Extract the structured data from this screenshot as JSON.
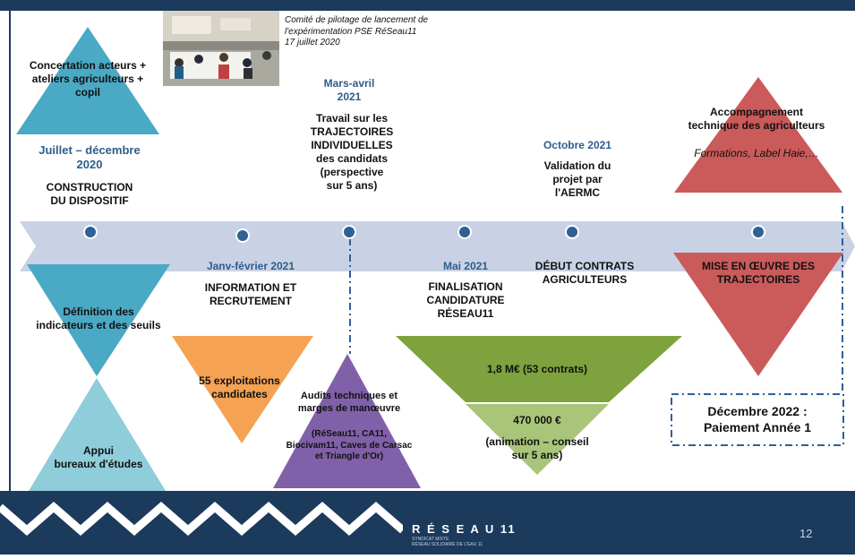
{
  "slide": {
    "photo_caption": [
      "Comité de pilotage de lancement de",
      "l'expérimentation PSE RéSeau11",
      "17 juillet 2020"
    ],
    "page_number": "12"
  },
  "top": {
    "tri1": [
      "Concertation acteurs +",
      "ateliers agriculteurs +",
      "copil"
    ],
    "date1": [
      "Juillet – décembre",
      "2020"
    ],
    "label1": [
      "CONSTRUCTION",
      "DU DISPOSITIF"
    ],
    "date2": [
      "Mars-avril",
      "2021"
    ],
    "label2": [
      "Travail sur les",
      "TRAJECTOIRES",
      "INDIVIDUELLES",
      "des candidats",
      "(perspective",
      "sur 5 ans)"
    ],
    "date3": "Octobre 2021",
    "label3": [
      "Validation du",
      "projet par",
      "l'AERMC"
    ],
    "tri_red_title": [
      "Accompagnement",
      "technique des agriculteurs"
    ],
    "tri_red_sub": "Formations, Label Haie,…"
  },
  "bottom": {
    "tri_blue": [
      "Définition des",
      "indicateurs et des seuils"
    ],
    "tri_light": [
      "Appui",
      "bureaux d'études"
    ],
    "date4": "Janv-février 2021",
    "label4": [
      "INFORMATION ET",
      "RECRUTEMENT"
    ],
    "tri_orange": [
      "55 exploitations",
      "candidates"
    ],
    "tri_purple_title": [
      "Audits techniques et",
      "marges de manœuvre"
    ],
    "tri_purple_sub": [
      "(RéSeau11, CA11,",
      "Biocivam11, Caves de Carsac",
      "et Triangle d'Or)"
    ],
    "date5": "Mai 2021",
    "label5": [
      "FINALISATION",
      "CANDIDATURE",
      "RÉSEAU11"
    ],
    "green_big": "1,8 M€ (53 contrats)",
    "green_small_title": "470 000 €",
    "green_small_sub": [
      "(animation – conseil",
      "sur 5 ans)"
    ],
    "label6": [
      "DÉBUT CONTRATS",
      "AGRICULTEURS"
    ],
    "tri_red2": [
      "MISE EN ŒUVRE DES",
      "TRAJECTOIRES"
    ],
    "payment": [
      "Décembre 2022 :",
      "Paiement Année 1"
    ]
  },
  "footer": {
    "logo_text": "R É S E A U 11",
    "logo_sub": [
      "SYNDICAT MIXTE",
      "RÉSEAU SOLIDAIRE DE L'EAU 11"
    ]
  },
  "colors": {
    "navy": "#1b3a5c",
    "teal": "#4aa9c4",
    "light_teal": "#8fcdda",
    "orange": "#f5a253",
    "purple": "#8060a8",
    "green": "#7ea23d",
    "light_green": "#a8c57a",
    "red": "#cb5a5a",
    "arrow": "#c9d2e4",
    "dot": "#2f6096"
  }
}
